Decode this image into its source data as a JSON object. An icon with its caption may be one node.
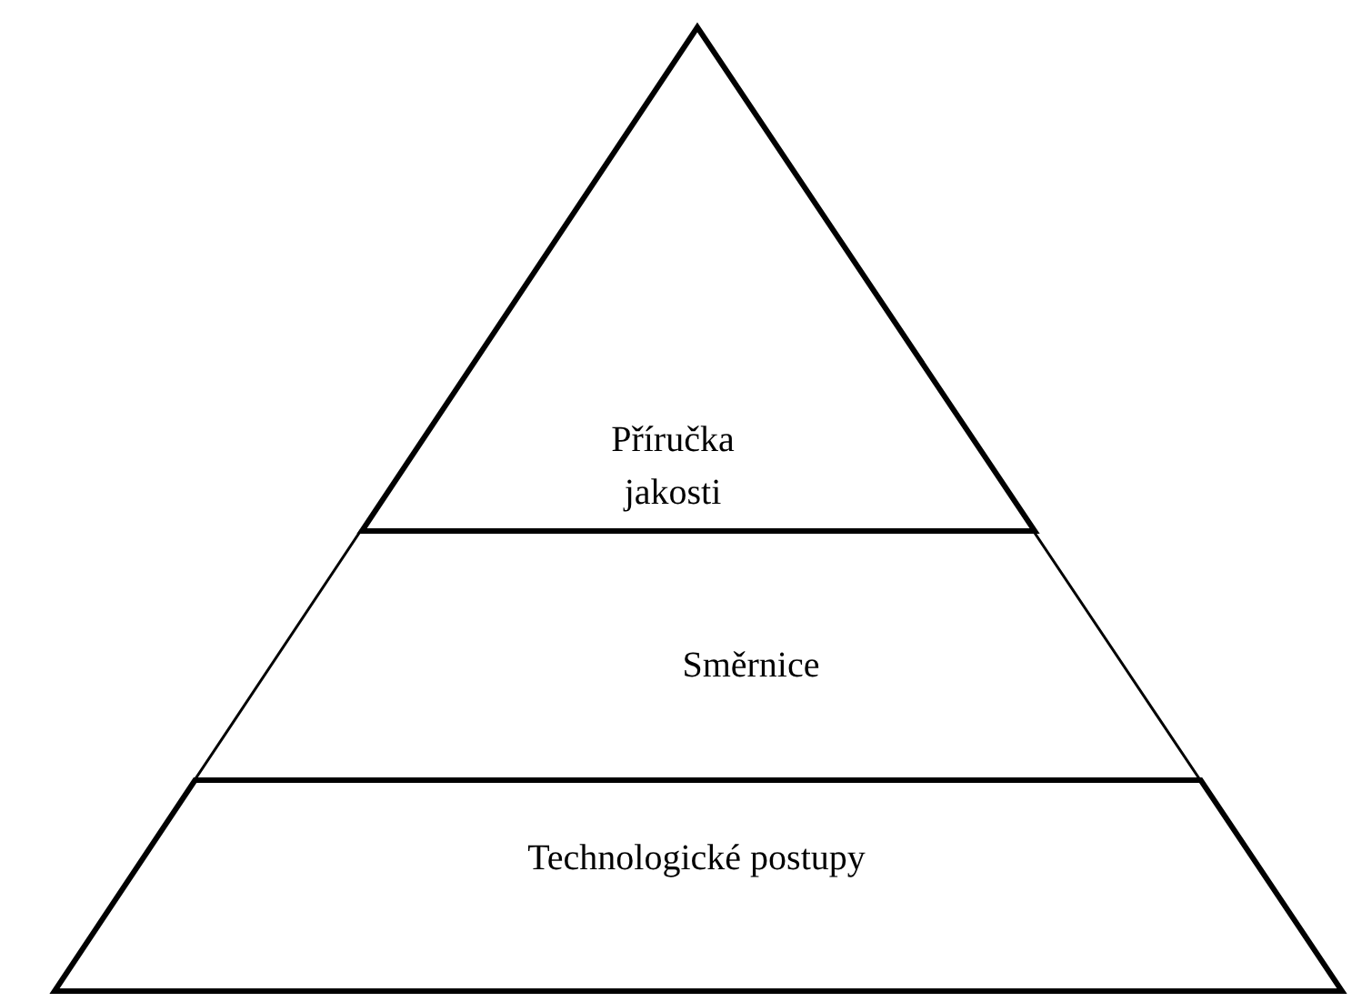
{
  "diagram": {
    "nodes": [
      {
        "text": [
          "Příručka jakosti"
        ]
      },
      {
        "text": [
          "Směrnice"
        ]
      },
      {
        "text": [
          "Technologické postupy"
        ]
      }
    ]
  }
}
